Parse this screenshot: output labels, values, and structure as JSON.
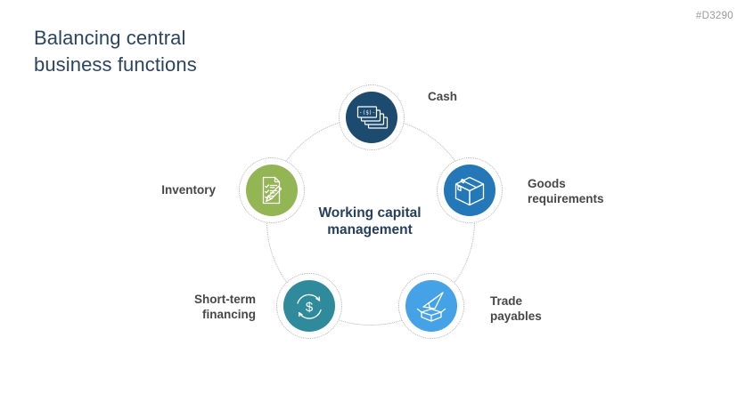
{
  "slide": {
    "title": "Balancing central\nbusiness functions",
    "slide_id": "#D3290",
    "colors": {
      "background": "#ffffff",
      "title_text": "#2b4560",
      "label_text": "#474747",
      "center_text": "#253f5c",
      "ring_dotted": "#b3b3b3",
      "slide_id_text": "#9a9a9a"
    }
  },
  "diagram": {
    "center_label": "Working capital\nmanagement",
    "cash_note_glyph": "·($)·",
    "dollar_glyph": "$",
    "nodes": [
      {
        "label": "Cash",
        "icon": "banknotes-icon",
        "color": "#1d4b70",
        "label_side": "right"
      },
      {
        "label": "Goods\nrequirements",
        "icon": "package-box-icon",
        "color": "#2478b8",
        "label_side": "right"
      },
      {
        "label": "Trade\npayables",
        "icon": "paper-plane-box-icon",
        "color": "#45a2e6",
        "label_side": "right"
      },
      {
        "label": "Short-term\nfinancing",
        "icon": "dollar-cycle-icon",
        "color": "#2f8a9c",
        "label_side": "left"
      },
      {
        "label": "Inventory",
        "icon": "checklist-pencil-icon",
        "color": "#93b554",
        "label_side": "left"
      }
    ]
  }
}
